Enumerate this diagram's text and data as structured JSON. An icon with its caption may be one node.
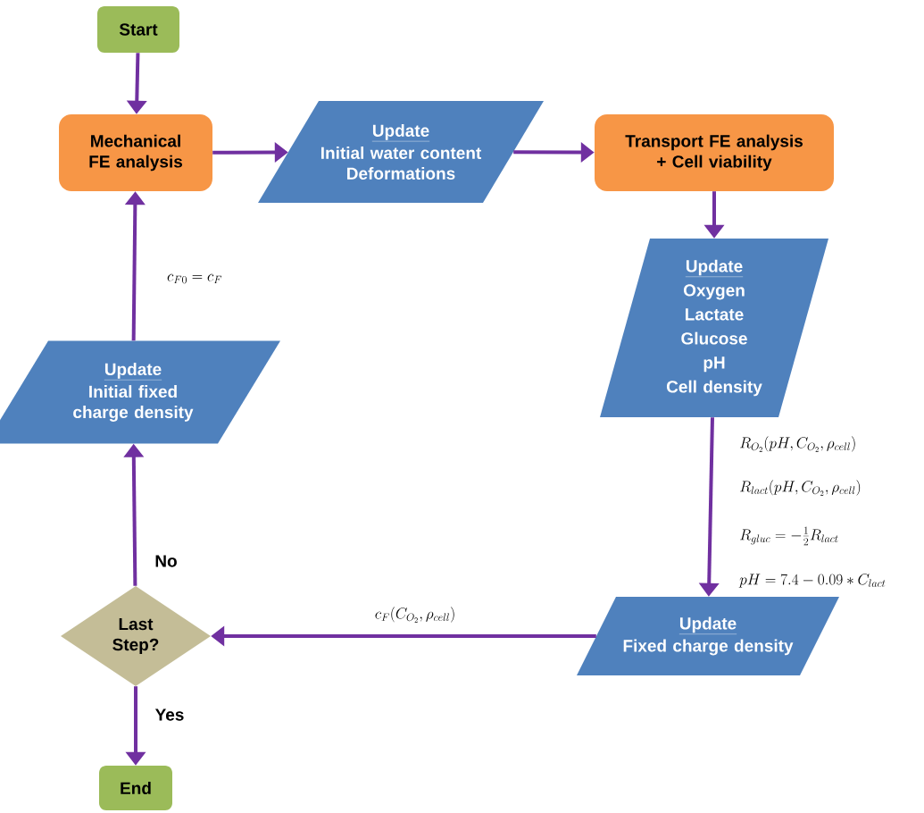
{
  "diagram": {
    "nodes": [
      {
        "text": [
          "Start"
        ]
      },
      {
        "text": [
          "Mechanical FE analysis"
        ]
      },
      {
        "text": [
          "Update",
          "Initial water content Deformations"
        ]
      },
      {
        "text": [
          "Transport FE analysis + Cell viability"
        ]
      },
      {
        "text": [
          "Update",
          "Oxygen",
          "Lactate",
          "Glucose",
          "pH",
          "Cell density"
        ]
      },
      {
        "text": [
          "Update",
          "Fixed charge density"
        ]
      },
      {
        "text": [
          "Last Step?"
        ]
      },
      {
        "text": [
          "End"
        ]
      },
      {
        "text": [
          "Update",
          "Initial fixed charge density"
        ]
      }
    ],
    "edges": [
      {
        "from": 0,
        "to": 1,
        "arrow": "to"
      },
      {
        "from": 1,
        "to": 2,
        "arrow": "to"
      },
      {
        "from": 2,
        "to": 3,
        "arrow": "to"
      },
      {
        "from": 3,
        "to": 4,
        "arrow": "to"
      },
      {
        "from": 4,
        "to": 5,
        "arrow": "to"
      },
      {
        "from": 5,
        "to": 6,
        "arrow": "to",
        "label": "c_F(C_{O_2}, \\rho_{cell})"
      },
      {
        "from": 6,
        "to": 8,
        "arrow": "to",
        "label": "No"
      },
      {
        "from": 6,
        "to": 7,
        "arrow": "to",
        "label": "Yes"
      },
      {
        "from": 8,
        "to": 1,
        "arrow": "to",
        "label": "c_{F0} = c_F"
      }
    ],
    "labels": [
      "R_{O_2}(pH, C_{O_2}, \\rho_{cell})",
      "R_{lact}(pH, C_{O_2}, \\rho_{cell})",
      "R_{gluc} = -\\frac{1}{2} R_{lact}",
      "pH = 7.4 - 0.09 \\ast C_{lact}"
    ]
  }
}
